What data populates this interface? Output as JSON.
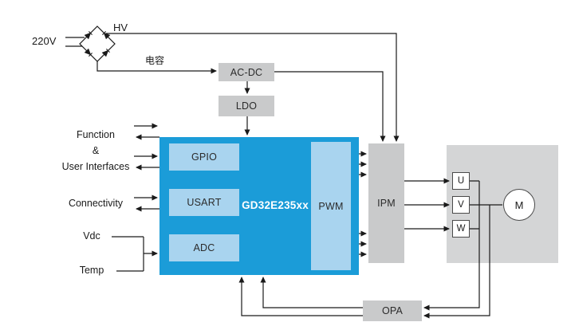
{
  "blocks": {
    "acdc": "AC-DC",
    "ldo": "LDO",
    "mcu": "GD32E235xx",
    "gpio": "GPIO",
    "usart": "USART",
    "adc": "ADC",
    "pwm": "PWM",
    "ipm": "IPM",
    "opa": "OPA",
    "phase_u": "U",
    "phase_v": "V",
    "phase_w": "W",
    "motor": "M"
  },
  "labels": {
    "mains": "220V",
    "hv": "HV",
    "capacitor": "电容",
    "function": "Function",
    "ampersand": "&",
    "user_interfaces": "User Interfaces",
    "connectivity": "Connectivity",
    "vdc": "Vdc",
    "temp": "Temp"
  },
  "colors": {
    "mcu_blue": "#1b9cd8",
    "peripheral_blue": "#a9d4ef",
    "block_gray": "#c9cacb",
    "power_stage_gray": "#d4d5d6",
    "line": "#1a1a1a"
  }
}
